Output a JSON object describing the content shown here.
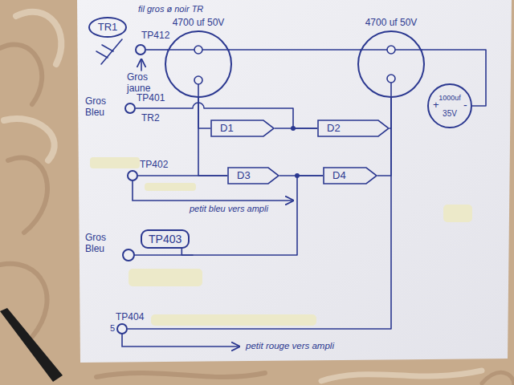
{
  "diagram": {
    "nodes": [
      {
        "text": [
          "TR1"
        ]
      },
      {
        "text": [
          "TP412"
        ]
      },
      {
        "text": [
          "4700 uf 50V"
        ]
      },
      {
        "text": [
          "4700 uf 50V"
        ]
      },
      {
        "text": [
          "+",
          "1000uf",
          "-",
          "35V"
        ]
      },
      {
        "text": [
          "TP401"
        ]
      },
      {
        "text": [
          "D1"
        ]
      },
      {
        "text": [
          "D2"
        ]
      },
      {
        "text": [
          "TP402"
        ]
      },
      {
        "text": [
          "D3"
        ]
      },
      {
        "text": [
          "D4"
        ]
      },
      {
        "text": [
          "TP403"
        ]
      },
      {
        "text": [
          "TP404"
        ]
      }
    ],
    "edges": [
      {
        "from": 1,
        "to": 2,
        "arrow": "none"
      },
      {
        "from": 2,
        "to": 3,
        "arrow": "none"
      },
      {
        "from": 3,
        "to": 4,
        "arrow": "none"
      },
      {
        "from": 2,
        "to": 6,
        "arrow": "none"
      },
      {
        "from": 2,
        "to": 9,
        "arrow": "none"
      },
      {
        "from": 6,
        "to": 7,
        "arrow": "none"
      },
      {
        "from": 5,
        "to": 7,
        "arrow": "none"
      },
      {
        "from": 8,
        "to": 9,
        "arrow": "none"
      },
      {
        "from": 9,
        "to": 10,
        "arrow": "none"
      },
      {
        "from": 11,
        "to": 10,
        "arrow": "none"
      },
      {
        "from": 7,
        "to": 3,
        "arrow": "none"
      },
      {
        "from": 10,
        "to": 3,
        "arrow": "none"
      },
      {
        "from": 3,
        "to": 12,
        "arrow": "none"
      }
    ],
    "labels": [
      "fil gros ø noir TR",
      "Gros jaune",
      "Gros Bleu",
      "TR2",
      "petit bleu vers ampli",
      "Gros Bleu",
      "5",
      "petit rouge vers ampli"
    ]
  }
}
